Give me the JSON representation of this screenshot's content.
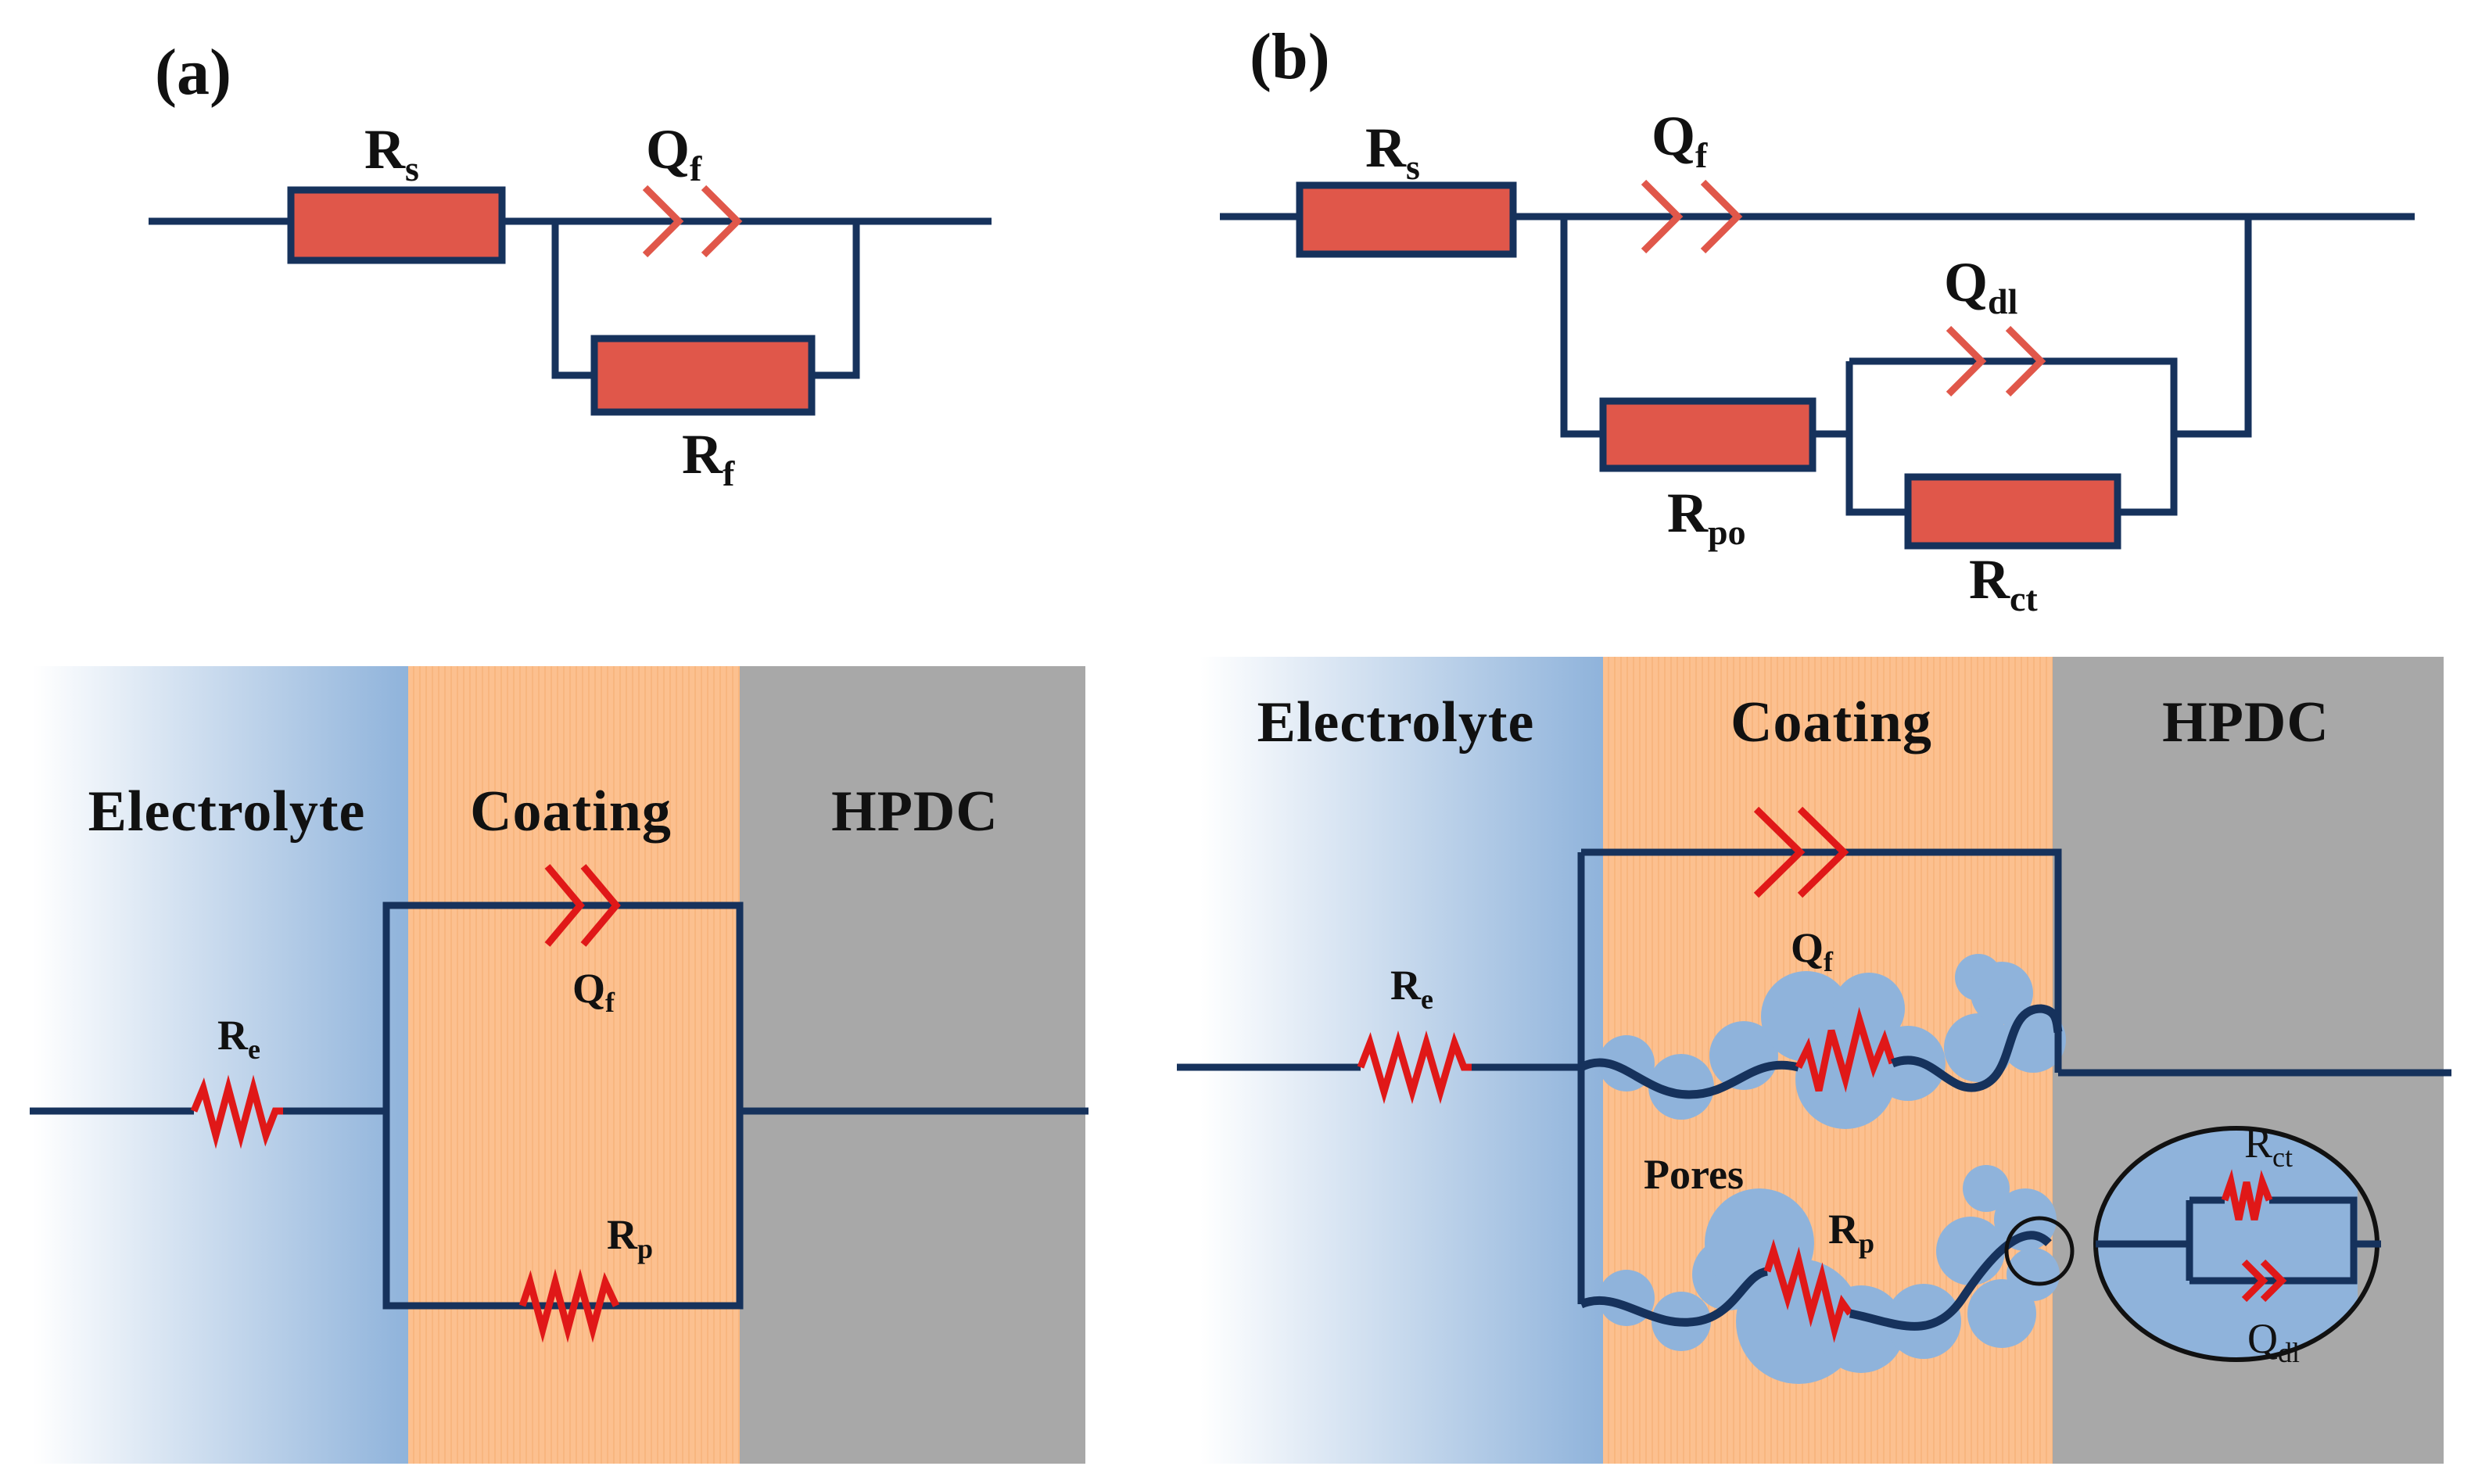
{
  "panels": {
    "a": {
      "label": "(a)",
      "circuit": {
        "rs": {
          "main": "R",
          "sub": "s"
        },
        "qf": {
          "main": "Q",
          "sub": "f"
        },
        "rf": {
          "main": "R",
          "sub": "f"
        }
      },
      "regions": {
        "electrolyte": "Electrolyte",
        "coating": "Coating",
        "substrate": "HPDC"
      },
      "elements": {
        "re": {
          "main": "R",
          "sub": "e"
        },
        "qf": {
          "main": "Q",
          "sub": "f"
        },
        "rp": {
          "main": "R",
          "sub": "p"
        }
      }
    },
    "b": {
      "label": "(b)",
      "circuit": {
        "rs": {
          "main": "R",
          "sub": "s"
        },
        "qf": {
          "main": "Q",
          "sub": "f"
        },
        "qdl": {
          "main": "Q",
          "sub": "dl"
        },
        "rpo": {
          "main": "R",
          "sub": "po"
        },
        "rct": {
          "main": "R",
          "sub": "ct"
        }
      },
      "regions": {
        "electrolyte": "Electrolyte",
        "coating": "Coating",
        "substrate": "HPDC"
      },
      "elements": {
        "re": {
          "main": "R",
          "sub": "e"
        },
        "qf": {
          "main": "Q",
          "sub": "f"
        },
        "pores": "Pores",
        "rp": {
          "main": "R",
          "sub": "p"
        },
        "rct": {
          "main": "R",
          "sub": "ct"
        },
        "qdl": {
          "main": "Q",
          "sub": "dl"
        }
      }
    }
  },
  "colors": {
    "wire": "#16325c",
    "resistor_fill": "#e0574a",
    "spring": "#e01818",
    "electrolyte": "#8fb3db",
    "coating": "#fcc08f",
    "substrate": "#a8a8a8"
  }
}
